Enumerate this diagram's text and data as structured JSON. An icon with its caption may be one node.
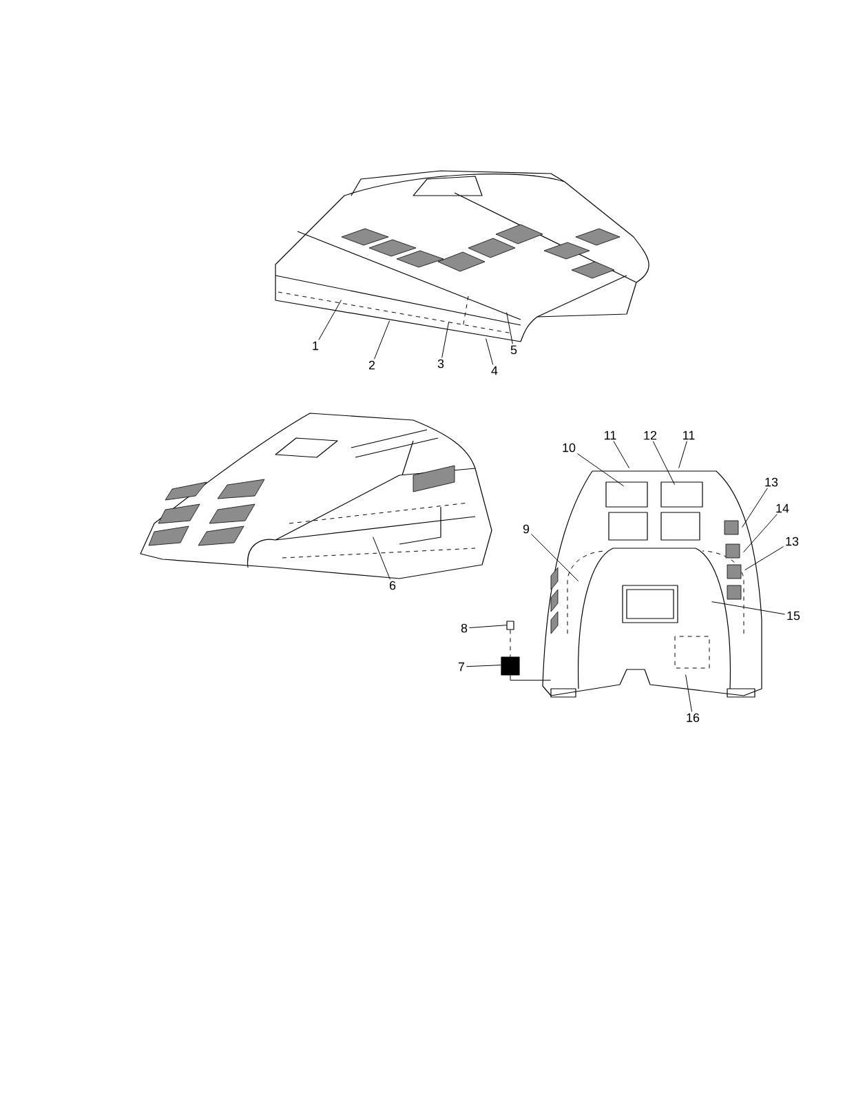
{
  "diagram": {
    "nodes": [
      {
        "text": [
          "1"
        ]
      },
      {
        "text": [
          "2"
        ]
      },
      {
        "text": [
          "3"
        ]
      },
      {
        "text": [
          "4"
        ]
      },
      {
        "text": [
          "5"
        ]
      },
      {
        "text": [
          "6"
        ]
      },
      {
        "text": [
          "11"
        ]
      },
      {
        "text": [
          "12"
        ]
      },
      {
        "text": [
          "11"
        ]
      },
      {
        "text": [
          "10"
        ]
      },
      {
        "text": [
          "13"
        ]
      },
      {
        "text": [
          "14"
        ]
      },
      {
        "text": [
          "9"
        ]
      },
      {
        "text": [
          "13"
        ]
      },
      {
        "text": [
          "15"
        ]
      },
      {
        "text": [
          "8"
        ]
      },
      {
        "text": [
          "7"
        ]
      },
      {
        "text": [
          "16"
        ]
      },
      {
        "text": [],
        "shape": "picture"
      },
      {
        "text": [],
        "shape": "picture"
      },
      {
        "text": [],
        "shape": "picture"
      },
      {
        "text": [],
        "shape": "box"
      },
      {
        "text": [],
        "shape": "box"
      }
    ],
    "edges": [
      {
        "from": 0,
        "to": 18,
        "arrow": "none"
      },
      {
        "from": 1,
        "to": 18,
        "arrow": "none"
      },
      {
        "from": 2,
        "to": 18,
        "arrow": "none"
      },
      {
        "from": 3,
        "to": 18,
        "arrow": "none"
      },
      {
        "from": 4,
        "to": 18,
        "arrow": "none"
      },
      {
        "from": 5,
        "to": 19,
        "arrow": "none"
      },
      {
        "from": 6,
        "to": 20,
        "arrow": "none"
      },
      {
        "from": 7,
        "to": 20,
        "arrow": "none"
      },
      {
        "from": 8,
        "to": 20,
        "arrow": "none"
      },
      {
        "from": 9,
        "to": 20,
        "arrow": "none"
      },
      {
        "from": 10,
        "to": 20,
        "arrow": "none"
      },
      {
        "from": 11,
        "to": 20,
        "arrow": "none"
      },
      {
        "from": 12,
        "to": 20,
        "arrow": "none"
      },
      {
        "from": 13,
        "to": 20,
        "arrow": "none"
      },
      {
        "from": 14,
        "to": 20,
        "arrow": "none"
      },
      {
        "from": 15,
        "to": 21,
        "arrow": "none"
      },
      {
        "from": 16,
        "to": 22,
        "arrow": "none"
      },
      {
        "from": 17,
        "to": 20,
        "arrow": "none"
      },
      {
        "from": 21,
        "to": 22,
        "arrow": "none",
        "style": "dashed"
      },
      {
        "from": 22,
        "to": 20,
        "arrow": "none"
      }
    ]
  }
}
